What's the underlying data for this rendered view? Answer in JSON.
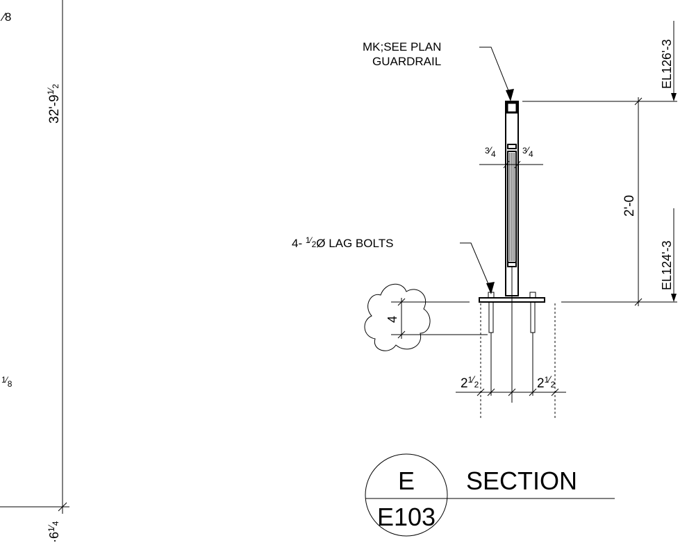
{
  "left_dims": {
    "top_frac_tail": "⁄8",
    "vertical": {
      "whole": "32'-9",
      "num": "1",
      "den": "2"
    },
    "mid_frac": {
      "num": "1",
      "den": "8"
    },
    "bottom": {
      "whole": "6",
      "num": "1",
      "den": "4"
    }
  },
  "callouts": {
    "guardrail_line1": "MK;SEE PLAN",
    "guardrail_line2": "GUARDRAIL",
    "bolts_prefix": "4-",
    "bolts_num": "1",
    "bolts_den": "2",
    "bolts_text": "Ø LAG BOLTS"
  },
  "dimensions": {
    "top_left": {
      "num": "3",
      "den": "4"
    },
    "top_right": {
      "num": "3",
      "den": "4"
    },
    "height": "2'-0",
    "embed": "4",
    "bottom_left": {
      "whole": "2",
      "num": "1",
      "den": "2"
    },
    "bottom_right": {
      "whole": "2",
      "num": "1",
      "den": "2"
    }
  },
  "elevations": {
    "upper": "EL126'-3",
    "lower": "EL124'-3"
  },
  "section_tag": {
    "letter": "E",
    "sheet": "E103",
    "title": "SECTION"
  }
}
